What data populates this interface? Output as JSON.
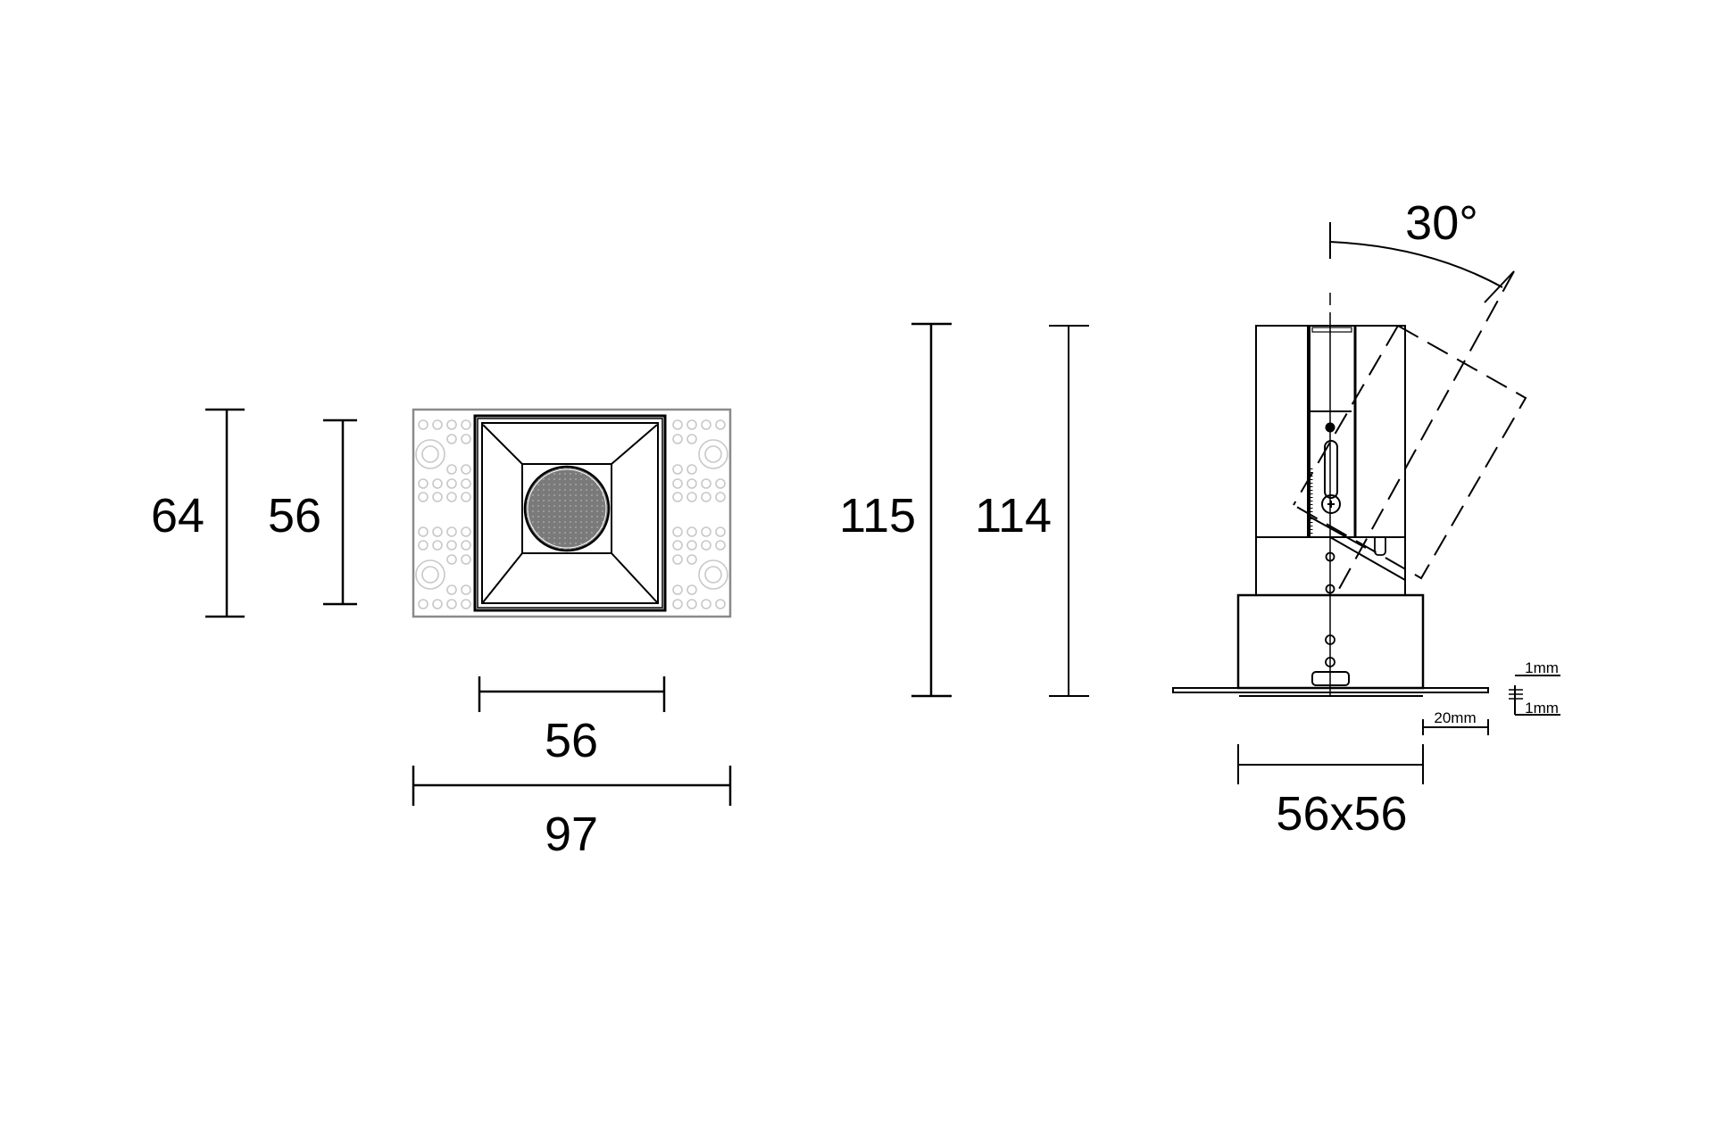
{
  "drawing": {
    "type": "technical-dimension-drawing",
    "subject": "recessed square adjustable downlight",
    "views": [
      {
        "name": "front-view",
        "dimensions": {
          "height_outer": "64",
          "height_inner": "56",
          "width_inner": "56",
          "width_outer": "97"
        }
      },
      {
        "name": "side-view",
        "dimensions": {
          "height_total": "115",
          "height_body": "114",
          "cutout": "56x56",
          "tilt_angle": "30°",
          "flange_overhang": "20mm",
          "flange_thickness_top": "1mm",
          "flange_thickness_bottom": "1mm"
        }
      }
    ]
  },
  "labels": {
    "front_height_outer": "64",
    "front_height_inner": "56",
    "front_width_inner": "56",
    "front_width_outer": "97",
    "side_height_total": "115",
    "side_height_body": "114",
    "tilt_angle": "30°",
    "cutout": "56x56",
    "flange_overhang": "20mm",
    "flange_top": "1mm",
    "flange_bottom": "1mm"
  },
  "colors": {
    "line": "#000000",
    "plaster": "#8a8a8a",
    "plaster_pattern": "#c8c8c8",
    "lens": "#7a7a7a"
  }
}
